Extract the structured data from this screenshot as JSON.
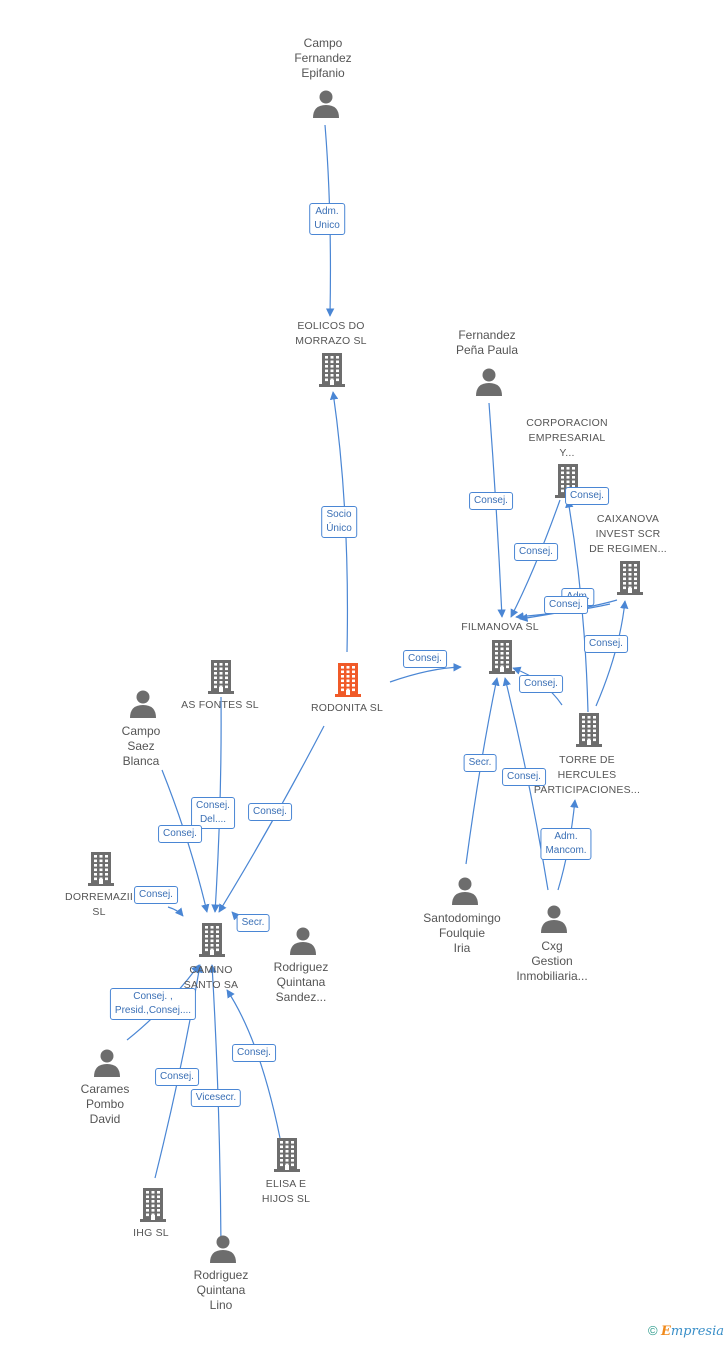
{
  "nodes": [
    {
      "id": "campo_fernandez",
      "type": "person",
      "lines": [
        "Campo",
        "Fernandez",
        "Epifanio"
      ]
    },
    {
      "id": "eolicos",
      "type": "company",
      "lines": [
        "EOLICOS DO",
        "MORRAZO SL"
      ]
    },
    {
      "id": "fernandez_pena",
      "type": "person",
      "lines": [
        "Fernandez",
        "Peña Paula"
      ]
    },
    {
      "id": "corporacion",
      "type": "company",
      "lines": [
        "CORPORACION",
        "EMPRESARIAL",
        "Y..."
      ]
    },
    {
      "id": "caixanova",
      "type": "company",
      "lines": [
        "CAIXANOVA",
        "INVEST SCR",
        "DE REGIMEN..."
      ]
    },
    {
      "id": "filmanova",
      "type": "company",
      "lines": [
        "FILMANOVA SL"
      ]
    },
    {
      "id": "rodonita",
      "type": "company",
      "main": true,
      "lines": [
        "RODONITA SL"
      ]
    },
    {
      "id": "as_fontes",
      "type": "company",
      "lines": [
        "AS FONTES SL"
      ]
    },
    {
      "id": "campo_saez",
      "type": "person",
      "lines": [
        "Campo",
        "Saez",
        "Blanca"
      ]
    },
    {
      "id": "torre_hercules",
      "type": "company",
      "lines": [
        "TORRE DE",
        "HERCULES",
        "PARTICIPACIONES..."
      ]
    },
    {
      "id": "dorremazii",
      "type": "company",
      "lines": [
        "DORREMAZII",
        "SL"
      ]
    },
    {
      "id": "camino_santo",
      "type": "company",
      "lines": [
        "CAMINO",
        "SANTO SA"
      ]
    },
    {
      "id": "rodriguez_sandez",
      "type": "person",
      "lines": [
        "Rodriguez",
        "Quintana",
        "Sandez..."
      ]
    },
    {
      "id": "santodomingo",
      "type": "person",
      "lines": [
        "Santodomingo",
        "Foulquie",
        "Iria"
      ]
    },
    {
      "id": "cxg",
      "type": "person",
      "lines": [
        "Cxg",
        "Gestion",
        "Inmobiliaria..."
      ]
    },
    {
      "id": "carames",
      "type": "person",
      "lines": [
        "Carames",
        "Pombo",
        "David"
      ]
    },
    {
      "id": "elisa",
      "type": "company",
      "lines": [
        "ELISA E",
        "HIJOS SL"
      ]
    },
    {
      "id": "ihg",
      "type": "company",
      "lines": [
        "IHG  SL"
      ]
    },
    {
      "id": "rodriguez_lino",
      "type": "person",
      "lines": [
        "Rodriguez",
        "Quintana",
        "Lino"
      ]
    }
  ],
  "edges": [
    {
      "from": "campo_fernandez",
      "to": "eolicos",
      "label": [
        "Adm.",
        "Unico"
      ]
    },
    {
      "from": "rodonita",
      "to": "eolicos",
      "label": [
        "Socio",
        "Único"
      ]
    },
    {
      "from": "rodonita",
      "to": "filmanova",
      "label": [
        "Consej."
      ]
    },
    {
      "from": "fernandez_pena",
      "to": "filmanova",
      "label": [
        "Consej."
      ]
    },
    {
      "from": "corporacion",
      "to": "filmanova",
      "label": [
        "Consej."
      ]
    },
    {
      "from": "torre_hercules",
      "to": "corporacion",
      "label": [
        "Consej."
      ]
    },
    {
      "from": "caixanova",
      "to": "filmanova",
      "label": [
        "Adm."
      ]
    },
    {
      "from": "caixanova",
      "to": "filmanova",
      "label": [
        "Consej."
      ]
    },
    {
      "from": "torre_hercules",
      "to": "caixanova",
      "label": [
        "Consej."
      ]
    },
    {
      "from": "torre_hercules",
      "to": "filmanova",
      "label": [
        "Consej."
      ]
    },
    {
      "from": "santodomingo",
      "to": "filmanova",
      "label": [
        "Secr."
      ]
    },
    {
      "from": "cxg",
      "to": "filmanova",
      "label": [
        "Consej."
      ]
    },
    {
      "from": "cxg",
      "to": "torre_hercules",
      "label": [
        "Adm.",
        "Mancom."
      ]
    },
    {
      "from": "as_fontes",
      "to": "camino_santo",
      "label": [
        "Consej.",
        "Del...."
      ]
    },
    {
      "from": "rodonita",
      "to": "camino_santo",
      "label": [
        "Consej."
      ]
    },
    {
      "from": "campo_saez",
      "to": "camino_santo",
      "label": [
        "Consej."
      ]
    },
    {
      "from": "dorremazii",
      "to": "camino_santo",
      "label": [
        "Consej."
      ]
    },
    {
      "from": "rodriguez_sandez",
      "to": "camino_santo",
      "label": [
        "Secr."
      ]
    },
    {
      "from": "carames",
      "to": "camino_santo",
      "label": [
        "Consej. ,",
        "Presid.,Consej...."
      ]
    },
    {
      "from": "ihg",
      "to": "camino_santo",
      "label": [
        "Consej."
      ]
    },
    {
      "from": "rodriguez_lino",
      "to": "camino_santo",
      "label": [
        "Vicesecr."
      ]
    },
    {
      "from": "elisa",
      "to": "camino_santo",
      "label": [
        "Consej."
      ]
    }
  ],
  "footer": {
    "copyright": "©",
    "brand_first": "E",
    "brand_rest": "mpresia"
  },
  "colors": {
    "edge": "#4a86d4",
    "icon": "#6d6d6d",
    "main": "#f05a28",
    "label_text": "#3a6fb5"
  }
}
